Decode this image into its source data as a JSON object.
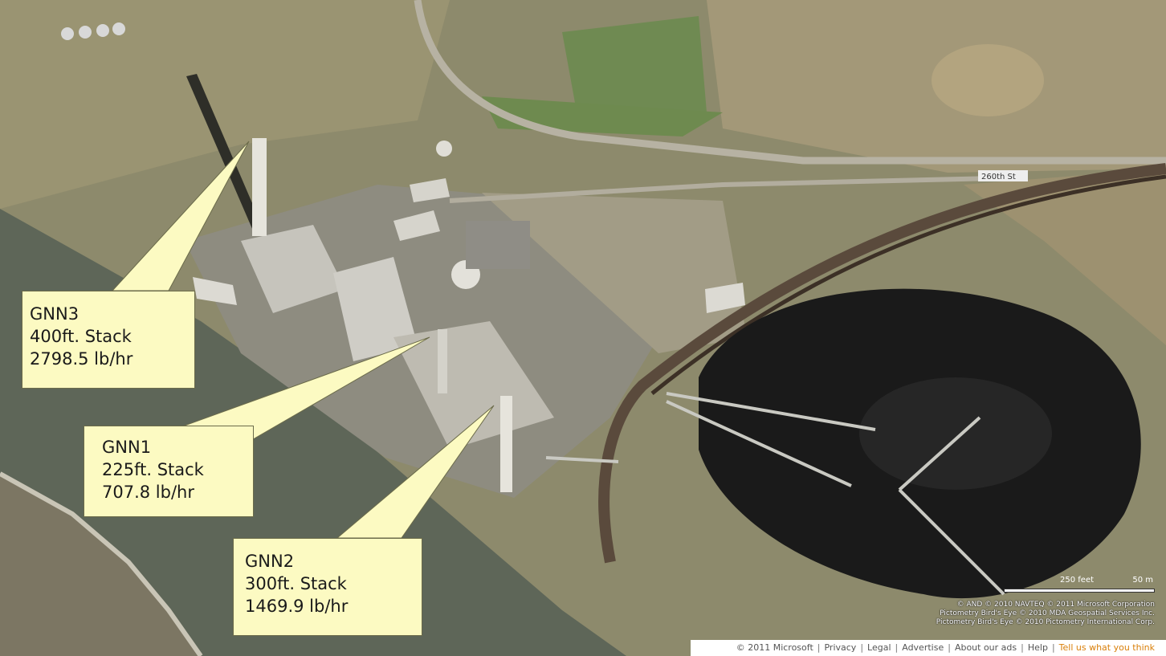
{
  "road_label": "260th St",
  "callouts": [
    {
      "id": "gnn3",
      "unit": "GNN3",
      "stack": "400ft. Stack",
      "rate": "2798.5 lb/hr"
    },
    {
      "id": "gnn1",
      "unit": "GNN1",
      "stack": "225ft. Stack",
      "rate": "707.8 lb/hr"
    },
    {
      "id": "gnn2",
      "unit": "GNN2",
      "stack": "300ft. Stack",
      "rate": "1469.9 lb/hr"
    }
  ],
  "scale": {
    "feet": "250 feet",
    "meters": "50 m"
  },
  "copyright_lines": [
    "© AND  © 2010 NAVTEQ  © 2011 Microsoft Corporation",
    "Pictometry Bird's Eye © 2010 MDA Geospatial Services Inc.",
    "Pictometry Bird's Eye © 2010 Pictometry International Corp."
  ],
  "footer": {
    "copyright": "© 2011 Microsoft",
    "links": [
      "Privacy",
      "Legal",
      "Advertise",
      "About our ads",
      "Help",
      "Tell us what you think"
    ]
  },
  "colors": {
    "callout_fill": "#fcfac2",
    "river": "#5b6355",
    "coal": "#141414",
    "field": "#9c9474"
  }
}
